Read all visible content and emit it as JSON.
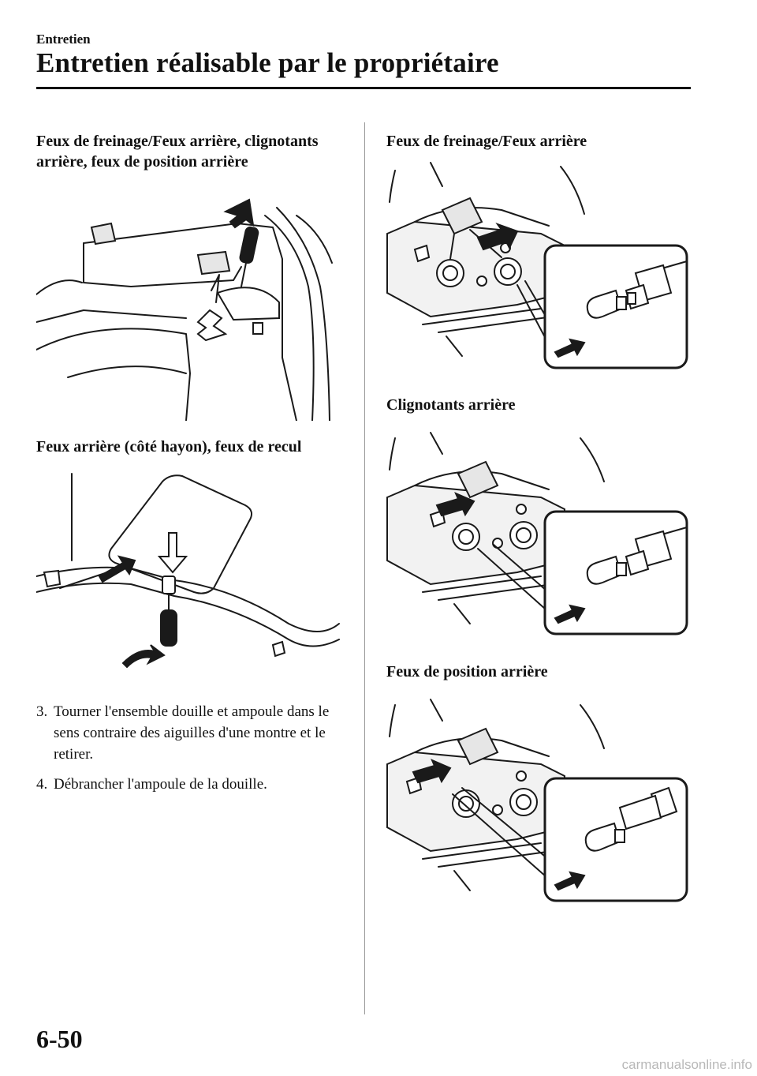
{
  "header": {
    "section": "Entretien",
    "title": "Entretien réalisable par le propriétaire"
  },
  "left": {
    "heading1": "Feux de freinage/Feux arrière, clignotants arrière, feux de position arrière",
    "heading2": "Feux arrière (côté hayon), feux de recul",
    "steps": [
      {
        "num": "3.",
        "text": "Tourner l'ensemble douille et ampoule dans le sens contraire des aiguilles d'une montre et le retirer."
      },
      {
        "num": "4.",
        "text": "Débrancher l'ampoule de la douille."
      }
    ]
  },
  "right": {
    "heading1": "Feux de freinage/Feux arrière",
    "heading2": "Clignotants arrière",
    "heading3": "Feux de position arrière"
  },
  "footer": {
    "page_number": "6-50",
    "watermark": "carmanualsonline.info"
  }
}
